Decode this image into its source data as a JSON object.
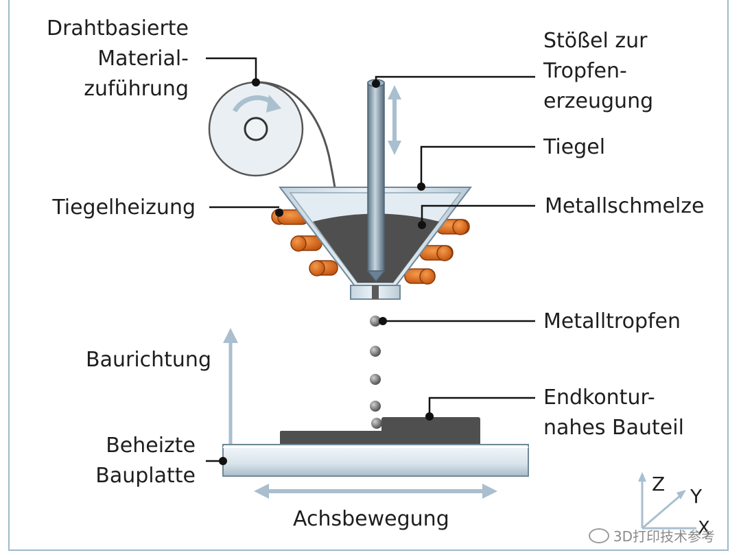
{
  "labels": {
    "feed": [
      "Drahtbasierte",
      "Material-",
      "zuführung"
    ],
    "ram": [
      "Stößel zur",
      "Tropfen-",
      "erzeugung"
    ],
    "crucible": "Tiegel",
    "heater": "Tiegelheizung",
    "melt": "Metallschmelze",
    "droplets": "Metalltropfen",
    "build_direction": "Baurichtung",
    "part": [
      "Endkontur-",
      "nahes Bauteil"
    ],
    "plate": [
      "Beheizte",
      "Bauplatte"
    ],
    "axis_motion": "Achsbewegung"
  },
  "axes": {
    "z": "Z",
    "y": "Y",
    "x": "X"
  },
  "watermark": "3D打印技术参考",
  "colors": {
    "frame": "#9db9c9",
    "arrow": "#a9bfcf",
    "coil": "#e2691e",
    "melt": "#4f4f4f",
    "steel": "#7e95a6"
  }
}
